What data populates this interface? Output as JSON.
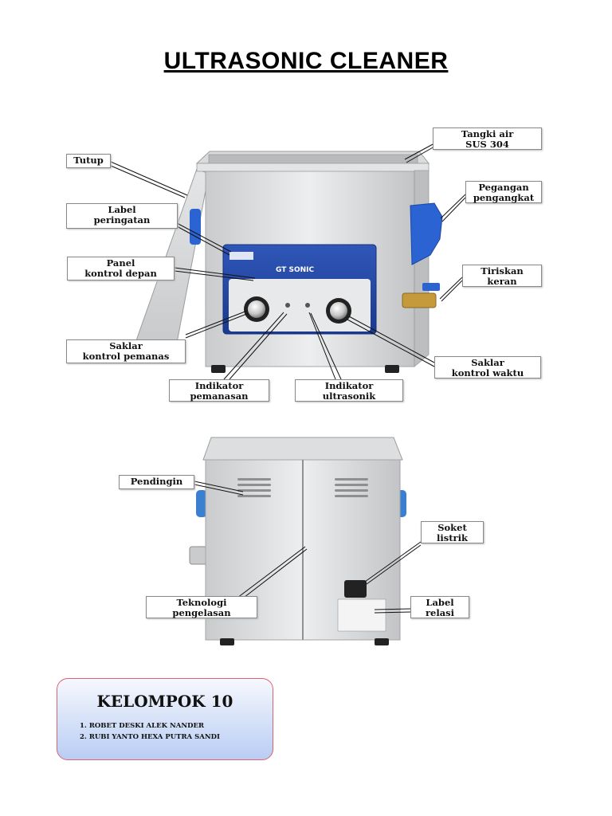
{
  "title": "ULTRASONIC CLEANER",
  "brand": "GT SONIC",
  "front_labels": {
    "tutup": "Tutup",
    "label_peringatan": "Label\nperingatan",
    "panel_kontrol": "Panel\nkontrol depan",
    "saklar_pemanas": "Saklar\nkontrol pemanas",
    "indikator_pemanasan": "Indikator\npemanasan",
    "indikator_ultrasonik": "Indikator\nultrasonik",
    "saklar_waktu": "Saklar\nkontrol waktu",
    "tiriskan_keran": "Tiriskan\nkeran",
    "pegangan": "Pegangan\npengangkat",
    "tangki": "Tangki air\nSUS 304"
  },
  "back_labels": {
    "pendingin": "Pendingin",
    "soket": "Soket\nlistrik",
    "teknologi": "Teknologi\npengelasan",
    "label_relasi": "Label\nrelasi"
  },
  "group": {
    "title": "KELOMPOK 10",
    "members": [
      "1.  ROBET DESKI ALEK NANDER",
      "2.  RUBI YANTO HEXA PUTRA SANDI"
    ]
  }
}
